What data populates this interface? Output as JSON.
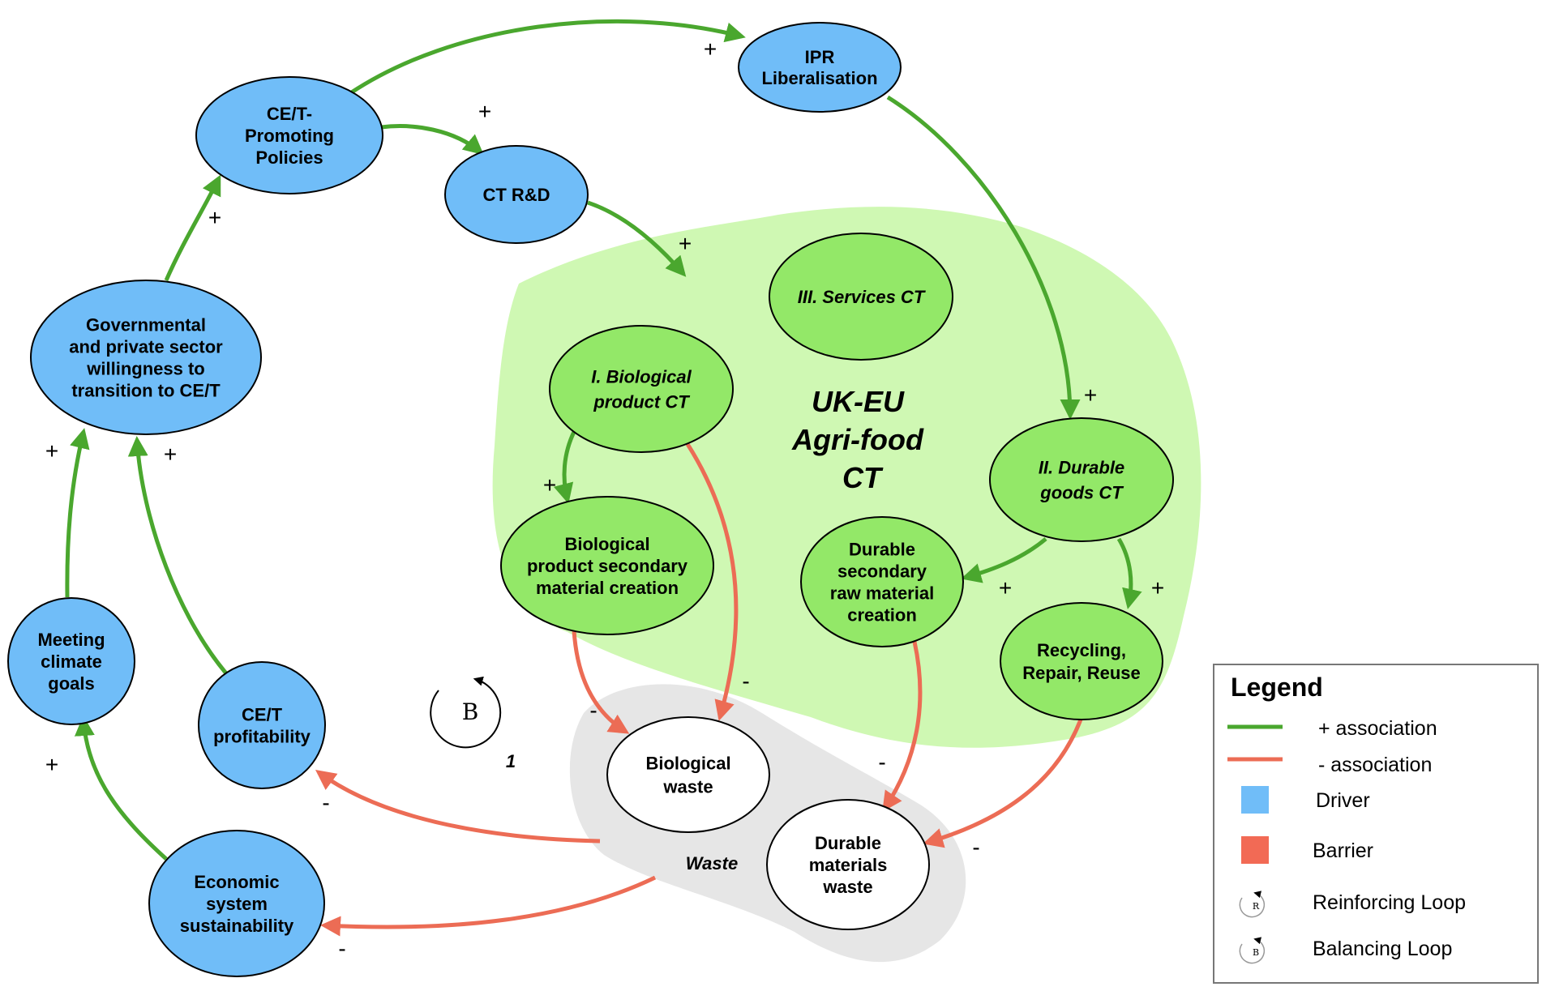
{
  "colors": {
    "driver": "#70bdf8",
    "barrier": "#f26a55",
    "positive": "#4aa72e",
    "negative": "#ec6c55",
    "ct_region": "#cff8b3",
    "ct_node": "#93e868",
    "waste_region": "#e6e6e6",
    "waste_node": "#ffffff"
  },
  "nodes": {
    "ipr": [
      "IPR",
      "Liberalisation"
    ],
    "policies": [
      "CE/T-",
      "Promoting",
      "Policies"
    ],
    "rnd": [
      "CT R&D"
    ],
    "willingness": [
      "Governmental",
      "and private sector",
      "willingness to",
      "transition to CE/T"
    ],
    "climate": [
      "Meeting",
      "climate",
      "goals"
    ],
    "profitability": [
      "CE/T",
      "profitability"
    ],
    "economic": [
      "Economic",
      "system",
      "sustainability"
    ],
    "services": [
      "III. Services CT"
    ],
    "biological_ct": [
      "I. Biological",
      "product CT"
    ],
    "bio_secondary": [
      "Biological",
      "product secondary",
      "material creation"
    ],
    "durable_ct": [
      "II. Durable",
      "goods CT"
    ],
    "durable_secondary": [
      "Durable",
      "secondary",
      "raw material",
      "creation"
    ],
    "recycling": [
      "Recycling,",
      "Repair, Reuse"
    ],
    "bio_waste": [
      "Biological",
      "waste"
    ],
    "durable_waste": [
      "Durable",
      "materials",
      "waste"
    ]
  },
  "center_title": [
    "UK-EU",
    "Agri-food",
    "CT"
  ],
  "waste_label": "Waste",
  "signs": {
    "plus": "+",
    "minus": "-"
  },
  "loop": {
    "letter": "B",
    "number": "1"
  },
  "legend": {
    "title": "Legend",
    "items": [
      {
        "label": "+ association",
        "icon": "green-line"
      },
      {
        "label": "- association",
        "icon": "red-line"
      },
      {
        "label": "Driver",
        "icon": "blue-square"
      },
      {
        "label": "Barrier",
        "icon": "red-square"
      },
      {
        "label": "Reinforcing Loop",
        "icon": "reinforcing-loop-icon",
        "icon_letter": "R"
      },
      {
        "label": "Balancing Loop",
        "icon": "balancing-loop-icon",
        "icon_letter": "B"
      }
    ]
  }
}
